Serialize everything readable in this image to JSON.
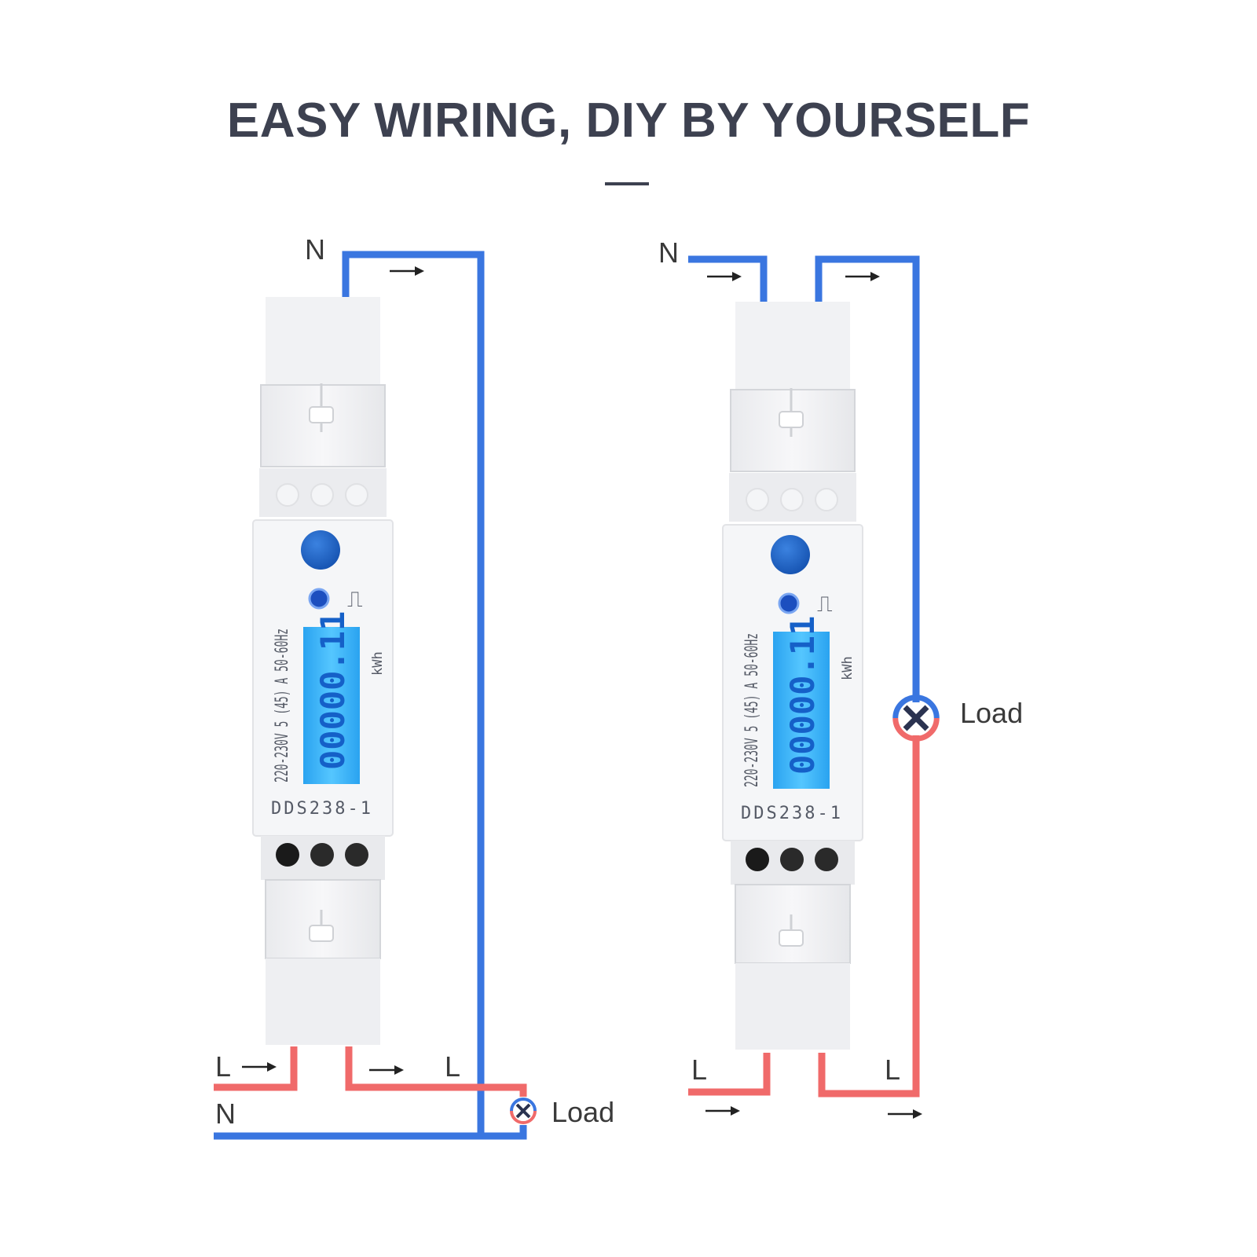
{
  "title": "EASY WIRING, DIY BY YOURSELF",
  "colors": {
    "neutral_wire": "#3a76e0",
    "live_wire": "#f06a6a",
    "title_text": "#3d4150",
    "lcd_screen": "#3ab4f5",
    "button_blue": "#1c63c9"
  },
  "meter": {
    "model": "DDS238-1",
    "rating": "220-230V 5 (45) A 50-60Hz",
    "unit": "kWh",
    "reading": "00000.11",
    "pulse_symbol": "⎍"
  },
  "left_diagram": {
    "label_n_top": "N",
    "label_l_in": "L",
    "label_l_out": "L",
    "label_n_bottom": "N",
    "load_label": "Load",
    "load_icon": "circle-x-icon",
    "arrow_icon": "right-arrow-icon"
  },
  "right_diagram": {
    "label_n_top": "N",
    "label_l_in": "L",
    "label_l_out": "L",
    "load_label": "Load",
    "load_icon": "circle-x-icon",
    "arrow_icon": "right-arrow-icon"
  }
}
